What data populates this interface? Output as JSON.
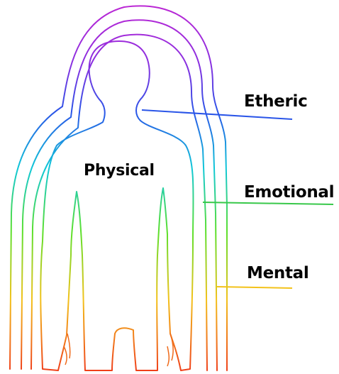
{
  "labels": {
    "physical": "Physical",
    "etheric": "Etheric",
    "emotional": "Emotional",
    "mental": "Mental"
  },
  "colors": {
    "top": "#c026d3",
    "upper": "#2a55e8",
    "middle": "#10c8d8",
    "lower": "#5ce02c",
    "bottom_mid": "#f3c21a",
    "bottom": "#ef3a1a",
    "text": "#000000"
  }
}
